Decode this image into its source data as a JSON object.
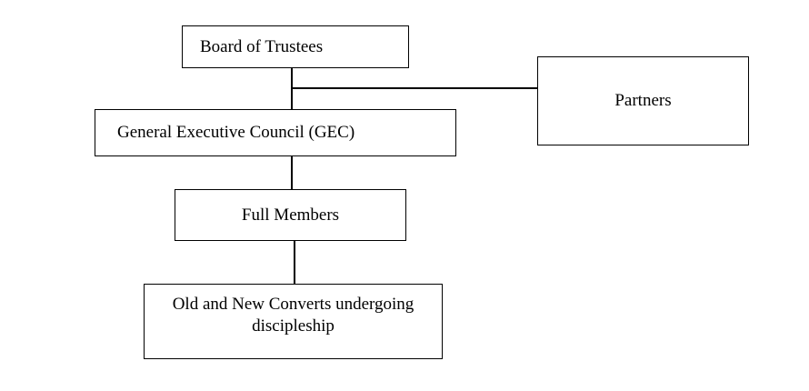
{
  "diagram": {
    "type": "organizational-hierarchy-chart",
    "background_color": "#ffffff",
    "line_color": "#000000",
    "text_color": "#000000",
    "nodes": [
      {
        "id": "board",
        "label": "Board of Trustees"
      },
      {
        "id": "partners",
        "label": "Partners"
      },
      {
        "id": "gec",
        "label": "General Executive Council (GEC)"
      },
      {
        "id": "full_members",
        "label": "Full Members"
      },
      {
        "id": "converts_line1",
        "label": "Old and New Converts undergoing"
      },
      {
        "id": "converts_line2",
        "label": "discipleship"
      }
    ],
    "connections": [
      {
        "from": "board",
        "to": "gec"
      },
      {
        "from": "board",
        "to": "partners"
      },
      {
        "from": "gec",
        "to": "full_members"
      },
      {
        "from": "full_members",
        "to": "converts"
      }
    ]
  }
}
